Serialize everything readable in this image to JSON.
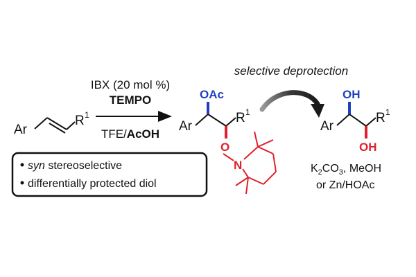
{
  "colors": {
    "ink": "#111111",
    "blue": "#1f3fbf",
    "red": "#e0202a",
    "arrow_grey": "#555555"
  },
  "reactant": {
    "ar": "Ar",
    "r": "R",
    "r_sup": "1"
  },
  "conditions": {
    "reagent": "IBX (20 mol %)",
    "tempo": "TEMPO",
    "solvent_prefix": "TFE/",
    "solvent_bold": "AcOH"
  },
  "features": {
    "item1_italic": "syn",
    "item1_rest": " stereoselective",
    "item2": "differentially protected diol"
  },
  "product": {
    "ar": "Ar",
    "oac": "OAc",
    "r": "R",
    "r_sup": "1",
    "o": "O",
    "n": "N"
  },
  "deprotection": {
    "title": "selective deprotection",
    "cond1_a": "K",
    "cond1_sub": "2",
    "cond1_b": "CO",
    "cond1_sub2": "3",
    "cond1_c": ", MeOH",
    "cond2": "or  Zn/HOAc"
  },
  "diol": {
    "ar": "Ar",
    "oh_top": "OH",
    "oh_bottom": "OH",
    "r": "R",
    "r_sup": "1"
  }
}
